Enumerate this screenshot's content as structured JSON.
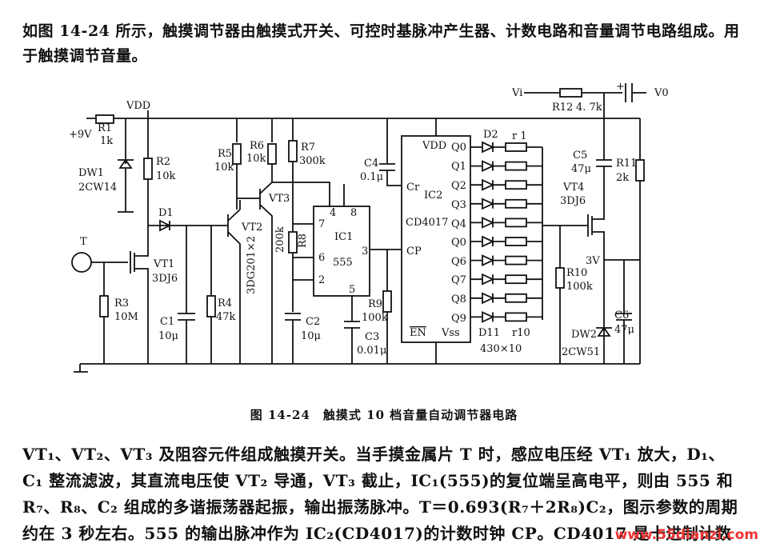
{
  "intro_text": "如图 14-24 所示，触摸调节器由触摸式开关、可控时基脉冲产生器、计数电路和音量调节电路组成。用于触摸调节音量。",
  "caption": "图 14-24　触摸式 10 档音量自动调节器电路",
  "body_text": "VT₁、VT₂、VT₃ 及阻容元件组成触摸开关。当手摸金属片 T 时，感应电压经 VT₁ 放大，D₁、C₁ 整流滤波，其直流电压使 VT₂ 导通，VT₃ 截止，IC₁(555)的复位端呈高电平，则由 555 和 R₇、R₈、C₂ 组成的多谐振荡器起振，输出振荡脉冲。T＝0.693(R₇＋2R₈)C₂，图示参数的周期约在 3 秒左右。555 的输出脉冲作为 IC₂(CD4017)的计数时钟 CP。CD4017 是十进制计数",
  "watermark": "www.55dianzi.com",
  "labels": {
    "vdd": "VDD",
    "plus9v": "+9V",
    "r1": "R1",
    "r1v": "1k",
    "dw1": "DW1",
    "dw1v": "2CW14",
    "r2": "R2",
    "r2v": "10k",
    "t": "T",
    "d1": "D1",
    "vt1": "VT1",
    "vt1v": "3DJ6",
    "r3": "R3",
    "r3v": "10M",
    "c1": "C1",
    "c1v": "10μ",
    "r4": "R4",
    "r4v": "47k",
    "r5": "R5",
    "r5v": "10k",
    "r6": "R6",
    "r6v": "10k",
    "r7": "R7",
    "r7v": "300k",
    "vt2": "VT2",
    "vt23v": "3DG201×2",
    "vt3": "VT3",
    "r8v": "200k",
    "r8": "R8",
    "ic1": "IC1",
    "ic1v": "555",
    "p7": "7",
    "p8": "8",
    "p4": "4",
    "p6": "6",
    "p2": "2",
    "p5": "5",
    "p3": "3",
    "c2": "C2",
    "c2v": "10μ",
    "c4": "C4",
    "c4v": "0.1μ",
    "r9": "R9",
    "r9v": "100k",
    "c3": "C3",
    "c3v": "0.01μ",
    "vdd2": "VDD",
    "cr": "Cr",
    "ic2": "IC2",
    "cd4017": "CD4017",
    "cp": "CP",
    "en": "EN",
    "vss": "Vss",
    "q0": "Q0",
    "q1": "Q1",
    "q2": "Q2",
    "q3": "Q3",
    "q4": "Q4",
    "q5": "Q0",
    "q6": "Q6",
    "q7": "Q7",
    "q8": "Q8",
    "q9": "Q9",
    "d2": "D2",
    "rr1": "r 1",
    "d11": "D11",
    "r10s": "r10",
    "arr": "430×10",
    "vi": "Vi",
    "r12": "R12",
    "r12v": "4. 7k",
    "vo": "V0",
    "c5": "C5",
    "c5v": "47μ",
    "r11": "R11",
    "r11v": "2k",
    "vt4": "VT4",
    "vt4v": "3DJ6",
    "r10": "R10",
    "r10v": "100k",
    "v3": "3V",
    "dw2": "DW2",
    "dw2v": "2CW51",
    "c6": "C6",
    "c6v": "47μ",
    "plus": "+"
  }
}
